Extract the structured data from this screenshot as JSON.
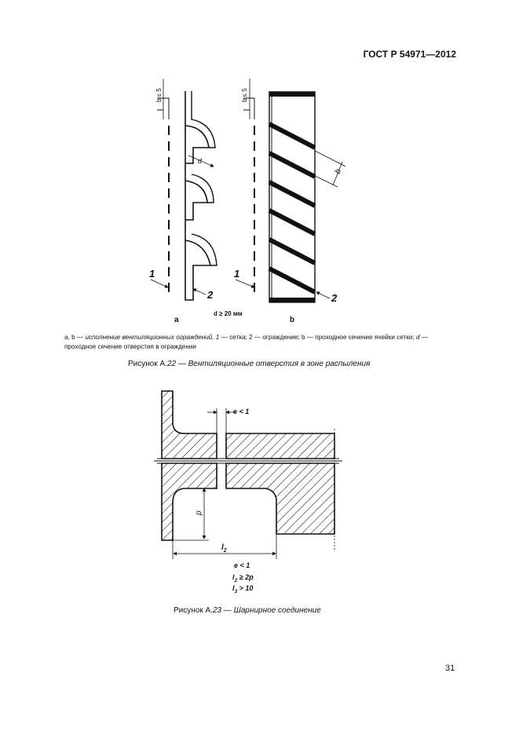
{
  "header": {
    "standard": "ГОСТ Р 54971—2012"
  },
  "figure22": {
    "labels": {
      "b_le_5_a": "b ≤ 5",
      "b_le_5_b": "b ≤ 5",
      "d": "d",
      "b": "b",
      "one_a": "1",
      "two_a": "2",
      "one_b": "1",
      "two_b": "2",
      "sub_a": "a",
      "sub_b": "b",
      "d_ge": "d ≥ 20 мм"
    },
    "legend": {
      "p1": "a, b — ",
      "p2": "исполнение вентиляционных ограждений, 1 —",
      "p3": " сетка; 2 — ограждение; b — проходное сечение ячейки сетки; ",
      "p4": "d",
      "p5": " — проходное сечение отверстия в ограждении"
    },
    "caption": {
      "prefix": "Рисунок А.",
      "num": "22",
      "dash": " — ",
      "title": "Вентиляционные отверстия в зоне распыления"
    }
  },
  "figure23": {
    "labels": {
      "e_lt_1": "e < 1",
      "p": "p",
      "l2": "l",
      "l2_sub": "2"
    },
    "notes": [
      {
        "main": "e < 1",
        "sub": ""
      },
      {
        "main": "l",
        "sub": "2",
        "rest": " ≥ 2p"
      },
      {
        "main": "l",
        "sub": "3",
        "rest": " > 10"
      }
    ],
    "caption": {
      "prefix": "Рисунок А.",
      "num": "23",
      "dash": " — ",
      "title": "Шарнирное соединение"
    }
  },
  "page": {
    "number": "31"
  }
}
